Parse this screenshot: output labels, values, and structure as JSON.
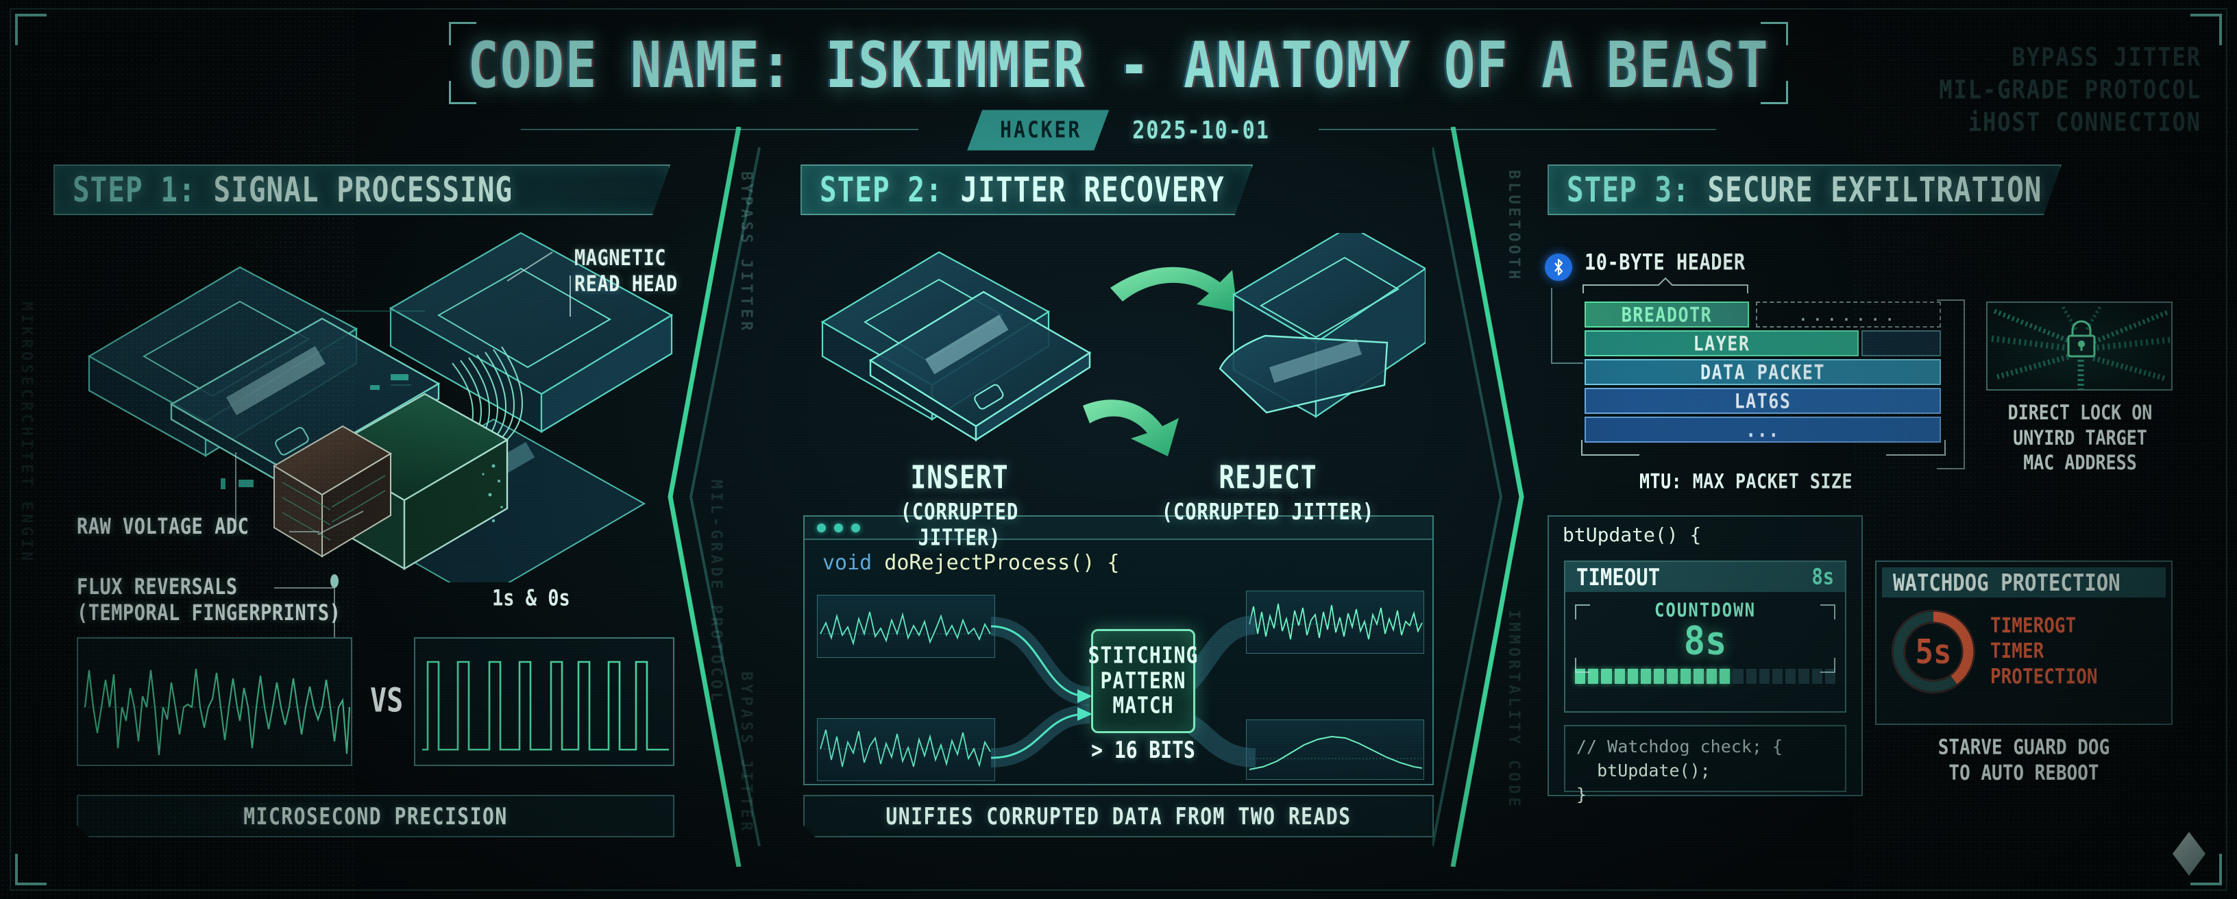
{
  "header": {
    "title": "CODE NAME: ISKIMMER - ANATOMY OF A BEAST",
    "badge": "HACKER",
    "date": "2025-10-01",
    "watermark": [
      "BYPASS JITTER",
      "MIL-GRADE PROTOCOL",
      "iHOST CONNECTION"
    ]
  },
  "side_labels": {
    "left_edge": "MIKROSECRCHITET ENGIN",
    "col1_top": "BYPASS JITTER",
    "col1_mid": "MIL-GRADE PROTOCOL",
    "col1_bottom": "BYPASS JITTER",
    "col2_top": "BLUETOOTH",
    "col2_bottom": "IMMORTALITY CODE"
  },
  "step1": {
    "heading_num": "STEP 1:",
    "heading_rest": " SIGNAL PROCESSING",
    "callout_read_head": [
      "MAGNETIC",
      "READ HEAD"
    ],
    "callout_adc": "RAW VOLTAGE ADC",
    "callout_flux": "FLUX REVERSALS",
    "callout_flux_sub": "(TEMPORAL FINGERPRINTS)",
    "label_bits": "1s & 0s",
    "vs": "VS",
    "footer": "MICROSECOND PRECISION"
  },
  "step2": {
    "heading_num": "STEP 2:",
    "heading_rest": " JITTER RECOVERY",
    "insert_title": "INSERT",
    "insert_sub": "(CORRUPTED JITTER)",
    "reject_title": "REJECT",
    "reject_sub": "(CORRUPTED JITTER)",
    "code_keyword": "void",
    "code_fn": " doRejectProcess() {",
    "stitch": [
      "STITCHING",
      "PATTERN",
      "MATCH"
    ],
    "bits_threshold": "> 16 BITS",
    "footer": "UNIFIES CORRUPTED DATA FROM TWO READS"
  },
  "step3": {
    "heading_num": "STEP 3:",
    "heading_rest": " SECURE EXFILTRATION",
    "header_label": "10-BYTE HEADER",
    "packet_rows": [
      {
        "label": "BREADOTR",
        "color": "#3fd398"
      },
      {
        "label": "LAYER",
        "color": "#2fb396"
      },
      {
        "label": "DATA PACKET",
        "color": "#2f88a8"
      },
      {
        "label": "LAT6S",
        "color": "#2a6fae"
      },
      {
        "label": "...",
        "color": "#2a63a6"
      }
    ],
    "dashed_dots": ".......",
    "mtu": "MTU: MAX PACKET SIZE",
    "lock_caption": [
      "DIRECT LOCK ON",
      "UNYIRD TARGET",
      "MAC ADDRESS"
    ],
    "bt_update_title": "btUpdate() {",
    "timeout_label": "TIMEOUT",
    "timeout_value": "8s",
    "countdown_label": "COUNTDOWN",
    "countdown_value": "8s",
    "segments_total": 20,
    "segments_on": 12,
    "watchdog_title": "WATCHDOG PROTECTION",
    "ring_value": "5s",
    "ring_percent": 40,
    "watchdog_text": [
      "TIMEROGT",
      "TIMER",
      "PROTECTION"
    ],
    "watchdog_foot": [
      "STARVE GUARD DOG",
      "TO AUTO REBOOT"
    ],
    "code_comment": "// Watchdog check; {",
    "code_call": "  btUpdate();",
    "code_close": "}"
  },
  "colors": {
    "accent": "#5fe4b4",
    "title": "#9bf0e6",
    "alert": "#e2603c",
    "bluetooth": "#1f6fe0"
  }
}
